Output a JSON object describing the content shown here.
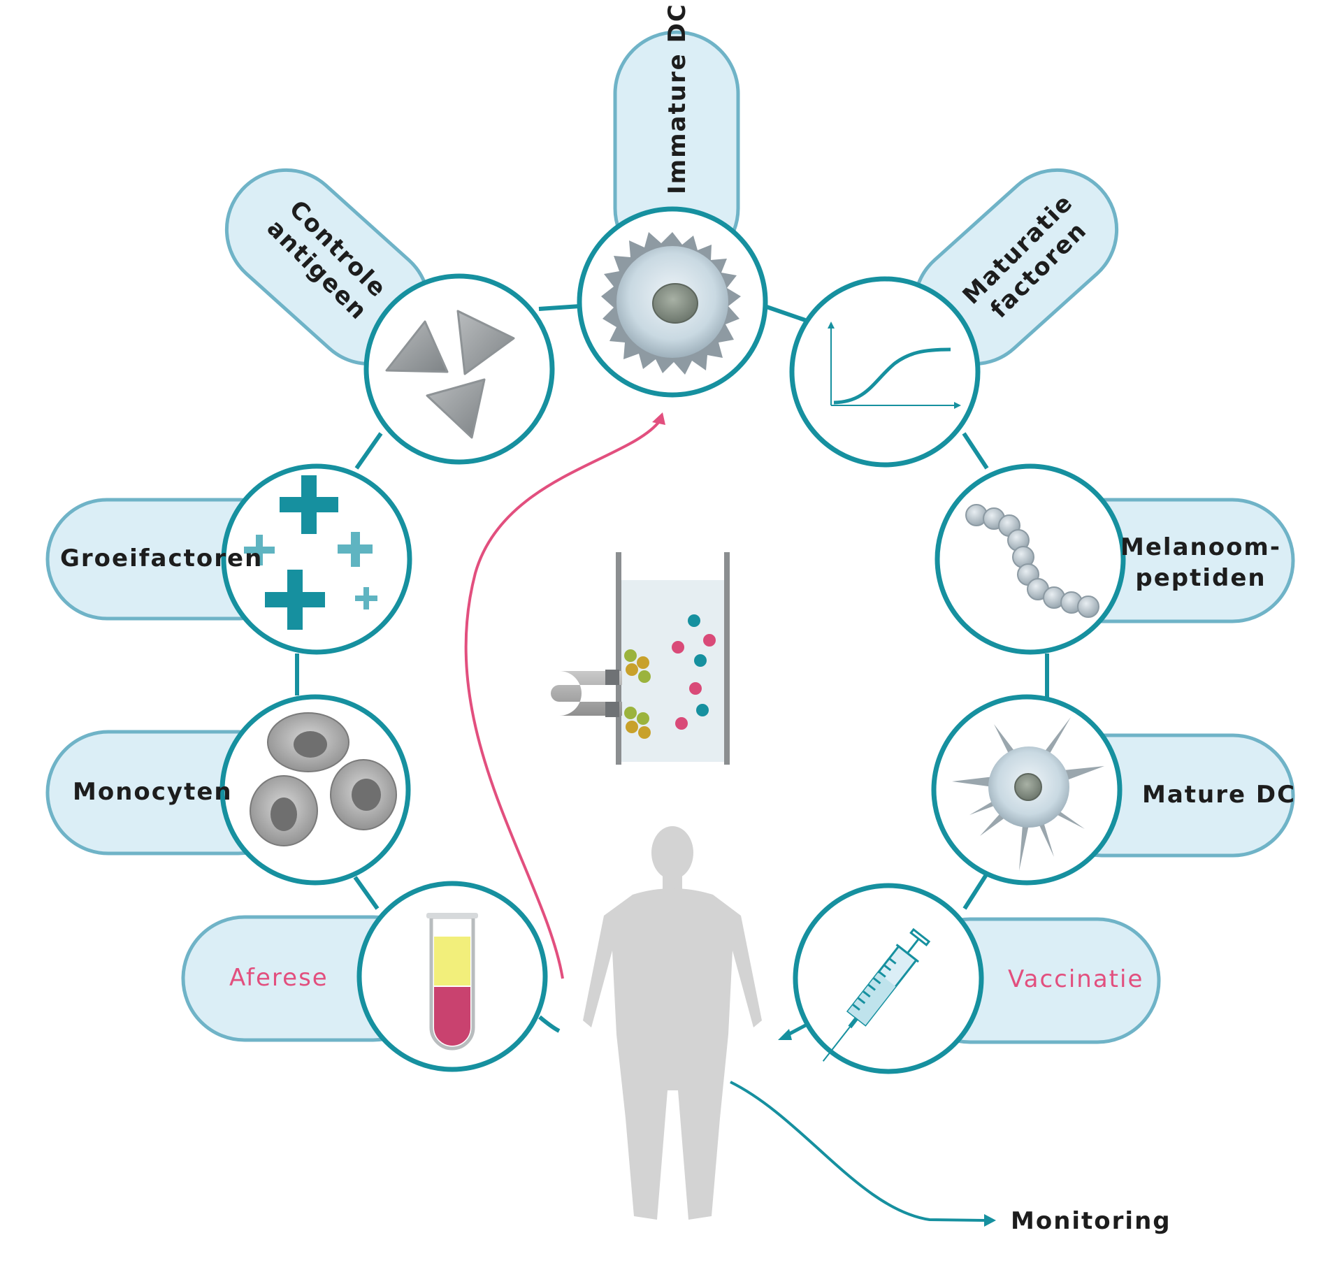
{
  "labels": {
    "immature_dc": "Immature DC",
    "controle_antigeen_line1": "Controle",
    "controle_antigeen_line2": "antigeen",
    "maturatie_factoren_line1": "Maturatie",
    "maturatie_factoren_line2": "factoren",
    "groeifactoren": "Groeifactoren",
    "melanoom_line1": "Melanoom-",
    "melanoom_line2": "peptiden",
    "monocyten": "Monocyten",
    "mature_dc": "Mature DC",
    "aferese": "Aferese",
    "vaccinatie": "Vaccinatie",
    "monitoring": "Monitoring"
  },
  "colors": {
    "teal": "#16909f",
    "pill_fill": "#dbeef6",
    "pill_border": "#6fb3c7",
    "accent_pink": "#e24f7e",
    "body_gray": "#d3d3d3"
  }
}
